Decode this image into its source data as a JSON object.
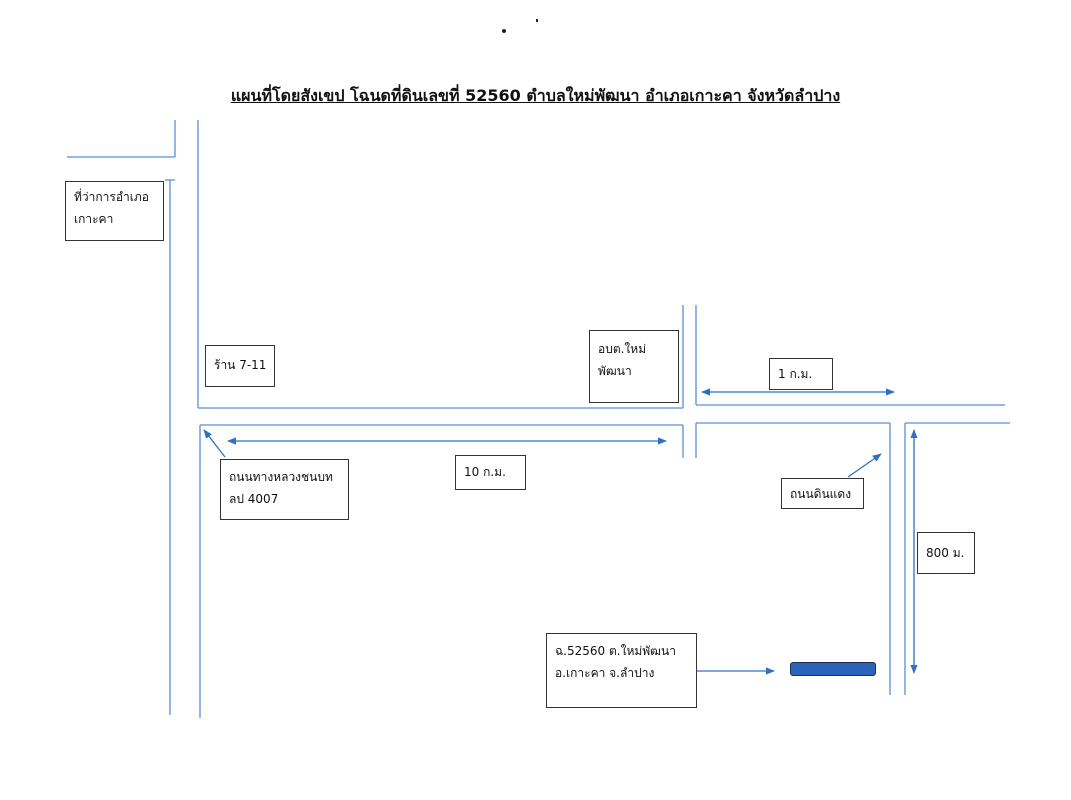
{
  "title": "แผนที่โดยสังเขป โฉนดที่ดินเลขที่ 52560 ตำบลใหม่พัฒนา อำเภอเกาะคา จังหวัดลำปาง",
  "colors": {
    "road": "#5b8fd6",
    "arrow": "#2f6fc4",
    "parcel": "#2b63b8",
    "text": "#111111"
  },
  "labels": {
    "district_office": {
      "line1": "ที่ว่าการอำเภอ",
      "line2": "เกาะคา"
    },
    "store": {
      "text": "ร้าน 7-11"
    },
    "sao": {
      "line1": "อบต.ใหม่",
      "line2": "พัฒนา"
    },
    "dist_1km": {
      "text": "1 ก.ม."
    },
    "highway": {
      "line1": "ถนนทางหลวงชนบท",
      "line2": "ลป 4007"
    },
    "dist_10km": {
      "text": "10 ก.ม."
    },
    "red_soil_road": {
      "text": "ถนนดินแดง"
    },
    "dist_800m": {
      "text": "800 ม."
    },
    "parcel": {
      "line1": "ฉ.52560 ต.ใหม่พัฒนา",
      "line2": "อ.เกาะคา จ.ลำปาง"
    }
  }
}
